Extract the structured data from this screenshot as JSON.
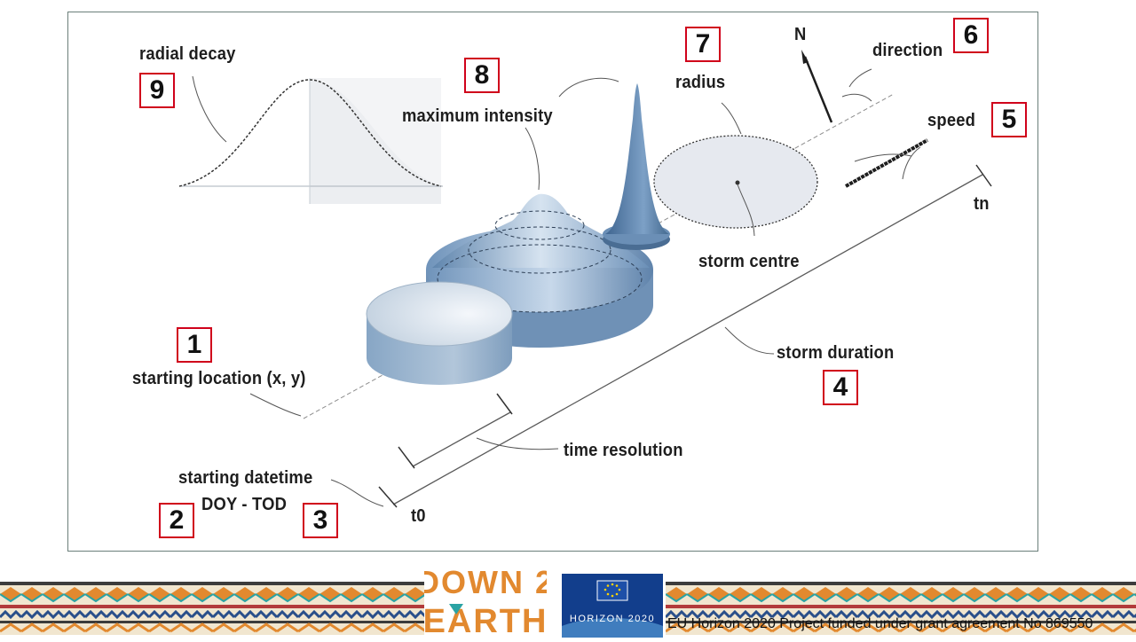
{
  "diagram": {
    "labels": {
      "radial_decay": "radial decay",
      "maximum_intensity": "maximum intensity",
      "radius": "radius",
      "direction": "direction",
      "north": "N",
      "speed": "speed",
      "tn": "tn",
      "storm_centre": "storm centre",
      "storm_duration": "storm duration",
      "starting_location": "starting location (x, y)",
      "time_resolution": "time resolution",
      "starting_datetime": "starting datetime",
      "doy_tod": "DOY - TOD",
      "t0": "t0"
    },
    "markers": [
      "1",
      "2",
      "3",
      "4",
      "5",
      "6",
      "7",
      "8",
      "9"
    ],
    "colors": {
      "marker_border": "#d0021b",
      "surface": "#8aa9cb",
      "surface_dark": "#4f7399",
      "disk": "#e6e9ef",
      "frame": "#6b7f7a"
    }
  },
  "footer": {
    "logo_line1": "DOWN 2",
    "logo_line2": "EARTH",
    "horizon_text": "HORIZON 2020",
    "funding_text": "EU Horizon 2020 Project funded under grant agreement No 869550",
    "colors": {
      "orange": "#e2892f",
      "teal": "#2aa3a4",
      "eu_blue": "#123e8c"
    }
  }
}
